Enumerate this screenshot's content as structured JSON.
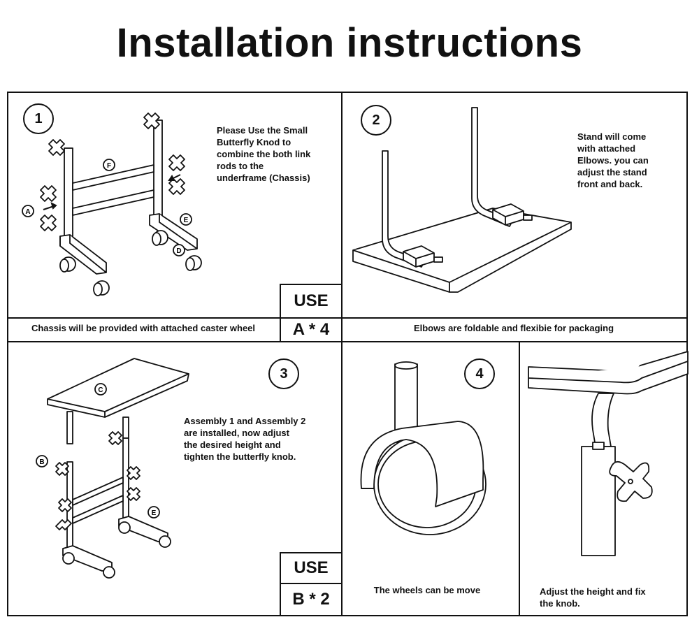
{
  "title": "Installation instructions",
  "step1": {
    "number": "1",
    "text": [
      "Please Use the Small",
      "Butterfly Knod to",
      "combine the both link",
      "rods to the",
      "underframe (Chassis)"
    ],
    "labels": {
      "a": "A",
      "d": "D",
      "e": "E",
      "f": "F"
    },
    "use_label": "USE",
    "use_value": "A * 4",
    "caption": "Chassis will be provided with attached caster wheel"
  },
  "step2": {
    "number": "2",
    "text": [
      "Stand will come",
      "with attached",
      "Elbows. you can",
      "adjust the stand",
      "front and back."
    ],
    "caption": "Elbows are foldable and flexibie for packaging"
  },
  "step3": {
    "number": "3",
    "text": [
      "Assembly 1 and Assembly 2",
      "are installed, now adjust",
      "the desired height and",
      "tighten the butterfly knob."
    ],
    "labels": {
      "b": "B",
      "c": "C",
      "e": "E"
    },
    "use_label": "USE",
    "use_value": "B * 2"
  },
  "step4": {
    "number": "4",
    "caption": "The wheels can be move"
  },
  "step5": {
    "text": [
      "Adjust the height and fix",
      "the knob."
    ]
  }
}
